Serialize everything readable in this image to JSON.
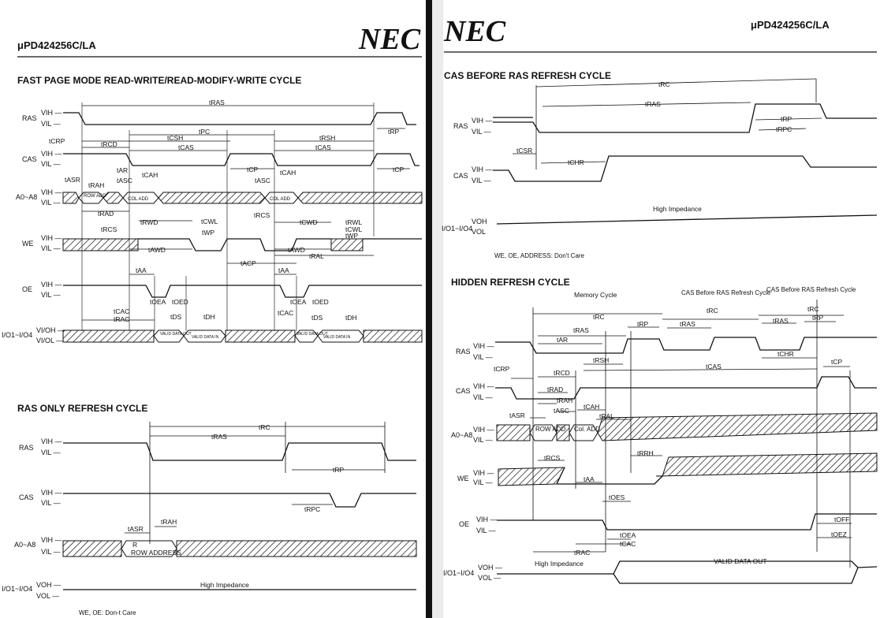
{
  "left_page": {
    "part_number": "μPD424256C/LA",
    "logo": "NEC",
    "fast_page": {
      "title": "FAST PAGE MODE READ-WRITE/READ-MODIFY-WRITE CYCLE",
      "signals": [
        "RAS",
        "CAS",
        "A0~A8",
        "WE",
        "OE",
        "I/O1~I/O4"
      ],
      "vih": "VIH —",
      "vil": "VIL —",
      "voh": "VI/OH —",
      "vol": "VI/OL —",
      "row_addr": "ROW ADD",
      "col_addr": "COL ADD",
      "valid_out": "VALID DATA OUT",
      "valid_in": "VALID DATA IN",
      "timings": [
        "tRAS",
        "tRP",
        "tPC",
        "tCSH",
        "tRSH",
        "tCRP",
        "tRCD",
        "tCAS",
        "tCAS",
        "tCP",
        "tCP",
        "tAR",
        "tASC",
        "tCAH",
        "tASC",
        "tCAH",
        "tASR",
        "tRAH",
        "tRAD",
        "tRCS",
        "tRWD",
        "tCWL",
        "tRCS",
        "tCWD",
        "tRWL",
        "tCWL",
        "tWP",
        "tWP",
        "tAWD",
        "tAWD",
        "tRAL",
        "tACP",
        "tAA",
        "tAA",
        "tOEA",
        "tOED",
        "tOEA",
        "tOED",
        "tCAC",
        "tRAC",
        "tDS",
        "tDH",
        "tCAC",
        "tDS",
        "tDH"
      ]
    },
    "ras_only": {
      "title": "RAS ONLY REFRESH CYCLE",
      "timings": [
        "tRC",
        "tRAS",
        "tRP",
        "tRPC",
        "tASR",
        "tRAH"
      ],
      "row_address": "ROW ADDRESS",
      "high_z": "High Impedance",
      "io": "I/O1~I/O4",
      "voh": "VOH —",
      "vol": "VOL —",
      "dont_care": "WE, OE: Don-t Care"
    }
  },
  "right_page": {
    "logo": "NEC",
    "part_number": "μPD424256C/LA",
    "cbr": {
      "title": "CAS BEFORE RAS REFRESH CYCLE",
      "timings": [
        "tRC",
        "tRAS",
        "tRP",
        "tRPC",
        "tCSR",
        "tCHR"
      ],
      "high_z": "High Impedance",
      "io": "I/O1~I/O4",
      "voh": "VOH",
      "vol": "VOL",
      "dont_care": "WE, OE, ADDRESS: Don't Care"
    },
    "hidden": {
      "title": "HIDDEN REFRESH CYCLE",
      "memory_cycle": "Memory Cycle",
      "cbr1": "CAS Before RAS Refresh Cycle",
      "cbr2": "CAS Before RAS Refresh Cycle",
      "timings": [
        "tRC",
        "tRC",
        "tRC",
        "tRAS",
        "tRP",
        "tRAS",
        "tRAS",
        "tRP",
        "tAR",
        "tRSH",
        "tCHR",
        "tCRP",
        "tRCD",
        "tCAS",
        "tCP",
        "tRAD",
        "tRAH",
        "tASC",
        "tCAH",
        "tASR",
        "tRAL",
        "tRCS",
        "tRRH",
        "tAA",
        "tOES",
        "tOEA",
        "tCAC",
        "tOFF",
        "tOEZ",
        "tRAC"
      ],
      "row_add": "ROW ADD",
      "col_add": "Col. ADD",
      "high_z": "High Impedance",
      "valid_out": "VALID DATA OUT",
      "io": "I/O1~I/O4",
      "voh": "VOH —",
      "vol": "VOL —"
    }
  }
}
